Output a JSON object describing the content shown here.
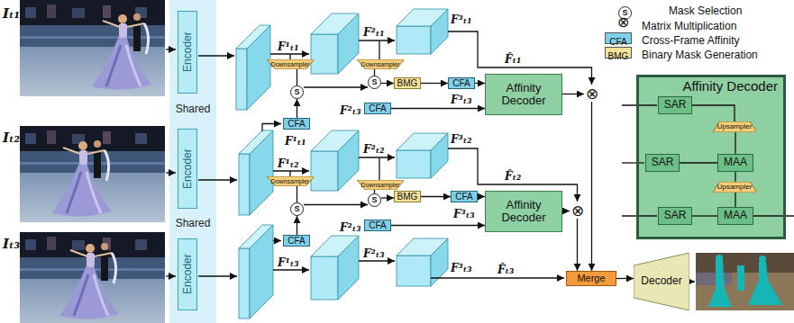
{
  "diagram": {
    "nodes": [
      {
        "text": [
          "Shared",
          "Shared"
        ]
      },
      {
        "text": [
          "Encoder"
        ],
        "in": 0
      },
      {
        "text": [
          "Encoder"
        ],
        "in": 0
      },
      {
        "text": [
          "Encoder"
        ],
        "in": 0
      },
      {
        "text": [
          "Downsampler"
        ]
      },
      {
        "text": [
          "Downsampler"
        ]
      },
      {
        "text": [
          "S"
        ]
      },
      {
        "text": [
          "S"
        ]
      },
      {
        "text": [
          "BMG"
        ]
      },
      {
        "text": [
          "CFA"
        ]
      },
      {
        "text": [
          "CFA"
        ]
      },
      {
        "text": [
          "Affinity Decoder"
        ]
      },
      {
        "text": [
          "⊗"
        ]
      },
      {
        "text": [
          "CFA"
        ]
      },
      {
        "text": [
          "Downsampler"
        ]
      },
      {
        "text": [
          "Downsampler"
        ]
      },
      {
        "text": [
          "S"
        ]
      },
      {
        "text": [
          "S"
        ]
      },
      {
        "text": [
          "BMG"
        ]
      },
      {
        "text": [
          "CFA"
        ]
      },
      {
        "text": [
          "CFA"
        ]
      },
      {
        "text": [
          "Affinity Decoder"
        ]
      },
      {
        "text": [
          "⊗"
        ]
      },
      {
        "text": [
          "CFA"
        ]
      },
      {
        "text": [
          "Merge"
        ]
      },
      {
        "text": [
          "Decoder"
        ]
      },
      {
        "text": [
          "Affinity Decoder"
        ]
      },
      {
        "text": [
          "SAR"
        ],
        "in": 26
      },
      {
        "text": [
          "Upsampler"
        ],
        "in": 26
      },
      {
        "text": [
          "SAR"
        ],
        "in": 26
      },
      {
        "text": [
          "MAA"
        ],
        "in": 26
      },
      {
        "text": [
          "Upsampler"
        ],
        "in": 26
      },
      {
        "text": [
          "SAR"
        ],
        "in": 26
      },
      {
        "text": [
          "MAA"
        ],
        "in": 26
      }
    ],
    "edges": [
      {
        "from": 4,
        "to": 6,
        "arrow": "none"
      },
      {
        "from": 5,
        "to": 7,
        "arrow": "none"
      },
      {
        "from": 6,
        "to": 7,
        "arrow": "to"
      },
      {
        "from": 7,
        "to": 8,
        "arrow": "to"
      },
      {
        "from": 8,
        "to": 9,
        "arrow": "to"
      },
      {
        "from": 9,
        "to": 11,
        "arrow": "to"
      },
      {
        "from": 10,
        "to": 11,
        "arrow": "to"
      },
      {
        "from": 11,
        "to": 12,
        "arrow": "to"
      },
      {
        "from": 12,
        "to": 24,
        "arrow": "to"
      },
      {
        "from": 13,
        "to": 6,
        "arrow": "to"
      },
      {
        "from": 14,
        "to": 16,
        "arrow": "none"
      },
      {
        "from": 15,
        "to": 17,
        "arrow": "none"
      },
      {
        "from": 16,
        "to": 17,
        "arrow": "to"
      },
      {
        "from": 17,
        "to": 18,
        "arrow": "to"
      },
      {
        "from": 18,
        "to": 19,
        "arrow": "to"
      },
      {
        "from": 19,
        "to": 21,
        "arrow": "to"
      },
      {
        "from": 20,
        "to": 21,
        "arrow": "to"
      },
      {
        "from": 21,
        "to": 22,
        "arrow": "to"
      },
      {
        "from": 22,
        "to": 24,
        "arrow": "to"
      },
      {
        "from": 23,
        "to": 16,
        "arrow": "to"
      },
      {
        "from": 24,
        "to": 25,
        "arrow": "to"
      },
      {
        "from": 27,
        "to": 28,
        "arrow": "none"
      },
      {
        "from": 28,
        "to": 30,
        "arrow": "none"
      },
      {
        "from": 29,
        "to": 30,
        "arrow": "none"
      },
      {
        "from": 30,
        "to": 31,
        "arrow": "none"
      },
      {
        "from": 31,
        "to": 33,
        "arrow": "none"
      },
      {
        "from": 32,
        "to": 33,
        "arrow": "none"
      }
    ],
    "labels": [
      "Iₜ₁",
      "Iₜ₂",
      "Iₜ₃",
      "F¹ₜ₁",
      "F²ₜ₁",
      "F³ₜ₁",
      "F²ₜ₃",
      "F³ₜ₃",
      "F¹ₜ₁",
      "F¹ₜ₂",
      "F²ₜ₂",
      "F³ₜ₂",
      "F²ₜ₃",
      "F³ₜ₃",
      "F¹ₜ₃",
      "F²ₜ₃",
      "F³ₜ₃",
      "F̂ₜ₁",
      "F̂ₜ₂",
      "F̂ₜ₃",
      "S",
      "⊗",
      "CFA",
      "BMG"
    ],
    "legend": [
      {
        "text": "Mask Selection"
      },
      {
        "text": "Matrix Multiplication"
      },
      {
        "text": "Cross-Frame Affinity",
        "color": "#7fd0e8"
      },
      {
        "text": "Binary Mask Generation",
        "color": "#f5e29a"
      }
    ]
  }
}
